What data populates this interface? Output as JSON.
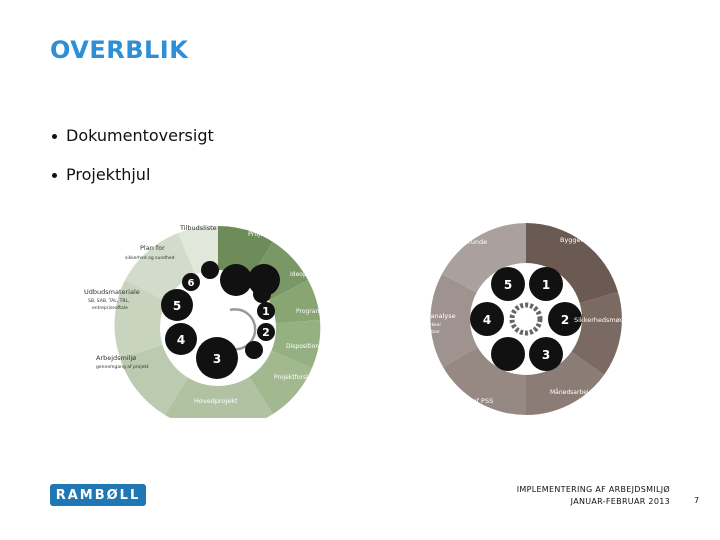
{
  "slide": {
    "title": "OVERBLIK",
    "bullets": [
      "Dokumentoversigt",
      "Projekthjul"
    ],
    "footer_line1": "IMPLEMENTERING AF ARBEJDSMILJØ",
    "footer_line2": "JANUAR-FEBRUAR 2013",
    "page_number": "7",
    "logo_text": "RAMBØLL"
  },
  "wheel1": {
    "labels": {
      "tilbudsliste": "Tilbudsliste",
      "projektbestilling": "Projektbestilling",
      "plan_for": "Plan for",
      "plan_for_sub": "sikkerhed og sundhed",
      "udbudsmateriale": "Udbudsmateriale",
      "udbud_sub1": "SB, SAB, TAL, TBL,",
      "udbud_sub2": "entrepriseaftale",
      "dispositionsforslag": "Dispositionsforslag",
      "arbejdsmiljo": "Arbejdsmiljø",
      "arbejdsmiljo_sub": "gennemgang af projekt",
      "projektforslag": "Projektforslag",
      "hovedprojekt": "Hovedprojekt",
      "program": "Program",
      "ideoplaeg": "Ideoplæg"
    },
    "numbers": [
      "1",
      "2",
      "3",
      "4",
      "5",
      "6"
    ]
  },
  "wheel2": {
    "labels": {
      "tilsynsrunde": "Tilsynsrunde",
      "byggemoede": "Byggemøde",
      "sikkerhedsmoede": "Sikkerhedsmøde",
      "registrering": "Registrering & analyse",
      "registrering_sub1": "af nærved-ulykker",
      "registrering_sub2": "og arbejdsulykker",
      "opdatering": "Opdatering af PSS",
      "maanedsundersoegelse": "Månedsarbejdspladsundersøgelse"
    },
    "numbers": [
      "1",
      "2",
      "3",
      "4",
      "5"
    ]
  },
  "colors": {
    "title": "#2e8ed6",
    "logo": "#1f78b4",
    "wheel1_green_dark": "#6e8c5a",
    "wheel1_green_light": "#b9c8ad",
    "wheel2_brown": "#6b5a52",
    "wheel2_gray": "#a89e9b"
  }
}
